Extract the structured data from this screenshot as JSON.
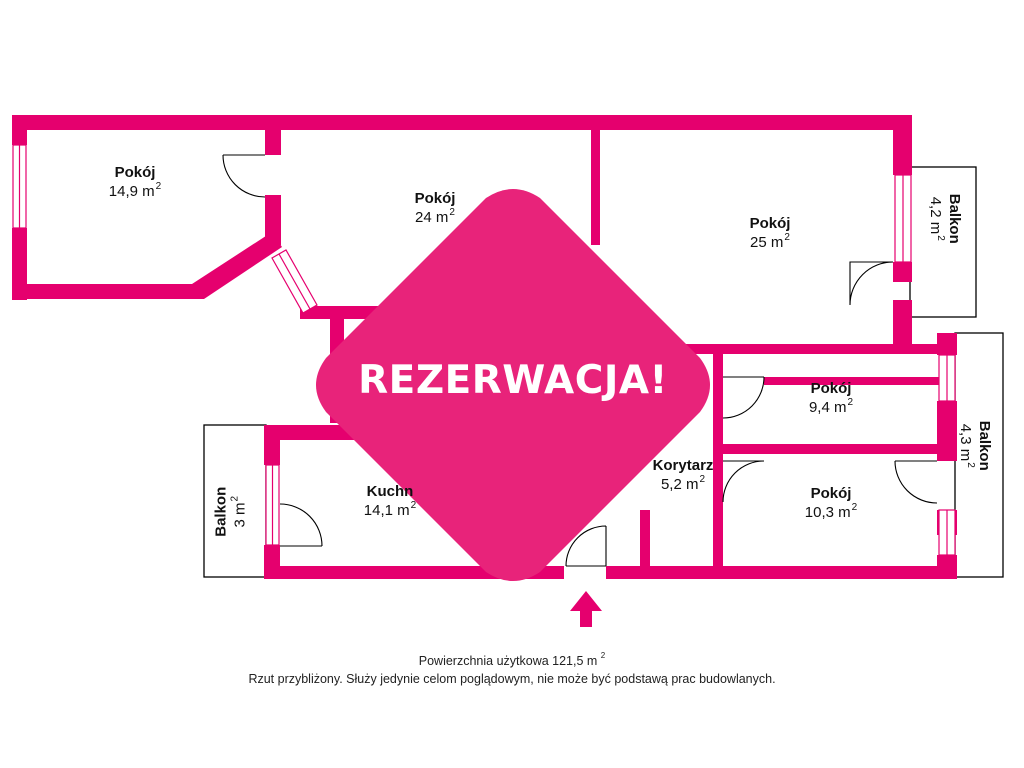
{
  "rooms": [
    {
      "name": "Pokój",
      "area": "14,9 m",
      "sup": "2"
    },
    {
      "name": "Pokój",
      "area": "24 m",
      "sup": "2"
    },
    {
      "name": "Pokój",
      "area": "25 m",
      "sup": "2"
    },
    {
      "name": "Pokój",
      "area": "9,4 m",
      "sup": "2"
    },
    {
      "name": "Pokój",
      "area": "10,3 m",
      "sup": "2"
    },
    {
      "name": "Kuchn",
      "area": "14,1 m",
      "sup": "2"
    },
    {
      "name": "Korytarz",
      "area": "5,2 m",
      "sup": "2"
    }
  ],
  "balconies": [
    {
      "name": "Balkon",
      "area": "4,2 m",
      "sup": "2"
    },
    {
      "name": "Balkon",
      "area": "4,3 m",
      "sup": "2"
    },
    {
      "name": "Balkon",
      "area": "3 m",
      "sup": "2"
    }
  ],
  "badge": {
    "text": "REZERWACJA!"
  },
  "footer": {
    "usable_area": "Powierzchnia użytkowa 121,5 m",
    "usable_area_sup": "2",
    "disclaimer": "Rzut przybliżony. Służy jedynie celom poglądowym, nie może być podstawą prac budowlanych."
  },
  "colors": {
    "wall": "#e5006e",
    "badge": "#e8237a",
    "outline": "#000000"
  }
}
